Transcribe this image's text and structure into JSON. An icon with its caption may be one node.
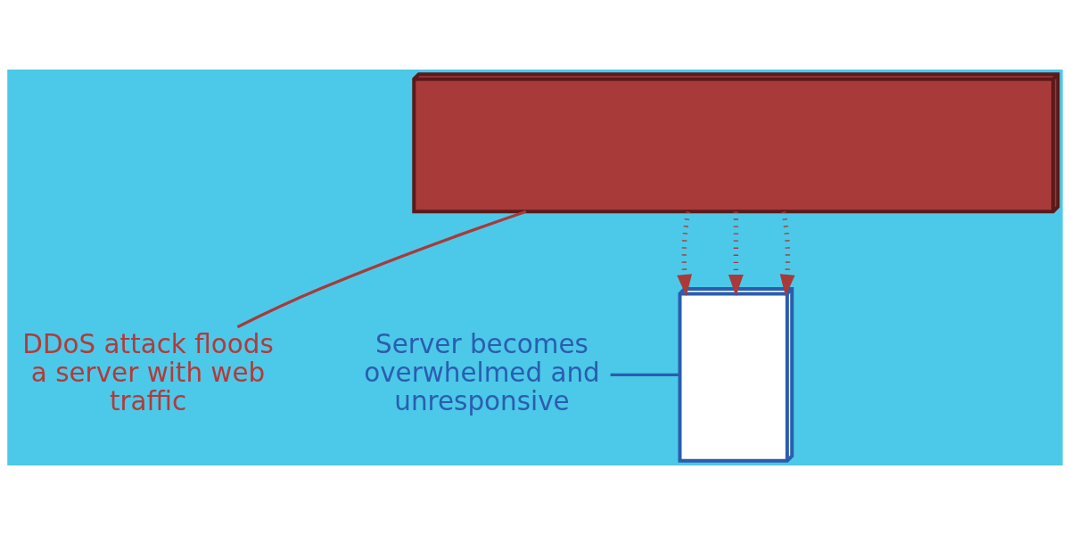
{
  "diagram": {
    "nodes": [
      {
        "text": [],
        "shape": "picture"
      },
      {
        "text": [
          "DDoS attack floods a server with web traffic"
        ]
      },
      {
        "text": [],
        "shape": "picture"
      },
      {
        "text": [
          "Server becomes overwhelmed and unresponsive"
        ]
      }
    ],
    "edges": [
      {
        "from": 1,
        "to": 0,
        "arrow": "none"
      },
      {
        "from": 0,
        "to": 2,
        "arrow": "to",
        "style": "dashed"
      },
      {
        "from": 0,
        "to": 2,
        "arrow": "to",
        "style": "dashed"
      },
      {
        "from": 0,
        "to": 2,
        "arrow": "to",
        "style": "dashed"
      },
      {
        "from": 3,
        "to": 2,
        "arrow": "none",
        "color": "#2a5db0"
      }
    ]
  }
}
